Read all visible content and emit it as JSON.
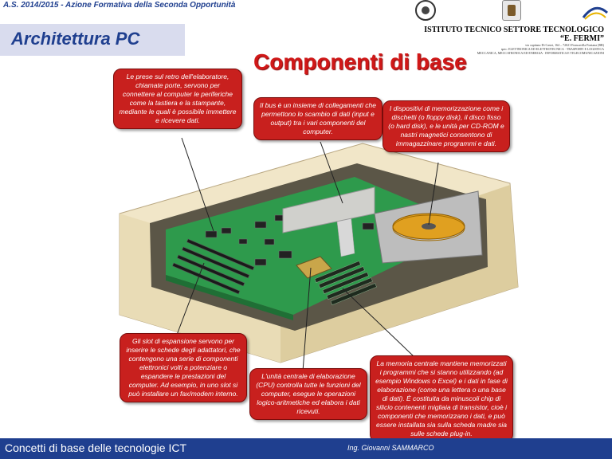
{
  "header": {
    "banner": "A.S. 2014/2015 - Azione Formativa della Seconda Opportunità",
    "school_name": "ISTITUTO TECNICO SETTORE TECNOLOGICO",
    "school_sub": "“E. FERMI”",
    "school_line1": "via capitano Di Castri, 164 – 72021 Francavilla Fontana (BR)",
    "school_line2": "spec: ELETTRONICA ED ELETTROTECNICA · TRASPORTI E LOGISTICA",
    "school_line3": "MECCANICA, MECCATRONICA ED ENERGIA · INFORMATICA E TELECOMUNICAZIONI"
  },
  "section_title": "Architettura PC",
  "main_title": "Componenti di base",
  "callouts": {
    "ports": "Le prese sul retro dell'elaboratore, chiamate porte, servono per connettere al computer le periferiche come la tastiera e la stampante, mediante le quali è possibile immettere e ricevere dati.",
    "bus": "Il bus è un insieme di collegamenti che permettono lo scambio di dati (input e output) tra i vari componenti del computer.",
    "devices": "I dispositivi di memorizzazione come i dischetti (o floppy disk), il disco fisso (o hard disk), e le unità per CD-ROM e nastri magnetici consentono di immagazzinare programmi e dati.",
    "slots": "Gli slot di espansione servono per inserire le schede degli adattatori, che contengono una serie di componenti elettronici volti a potenziare o espandere le prestazioni del computer. Ad esempio, in uno slot si può installare un fax/modem interno.",
    "cpu": "L'unità centrale di elaborazione (CPU) controlla tutte le funzioni del computer, esegue le operazioni logico-aritmetiche ed elabora i dati ricevuti.",
    "memory": "La memoria centrale mantiene memorizzati i programmi che si stanno utilizzando (ad esempio Windows o Excel) e i dati in fase di elaborazione (come una lettera o una base di dati). È costituita da minuscoli chip di silicio contenenti migliaia di transistor, cioè i componenti che memorizzano i dati, e può essere installata sia sulla scheda madre sia sulle schede plug-in."
  },
  "footer": {
    "course": "Concetti di base delle tecnologie ICT",
    "author": "Ing. Giovanni SAMMARCO"
  },
  "colors": {
    "accent": "#1f3f8f",
    "callout": "#c8201e",
    "title": "#d01818"
  }
}
